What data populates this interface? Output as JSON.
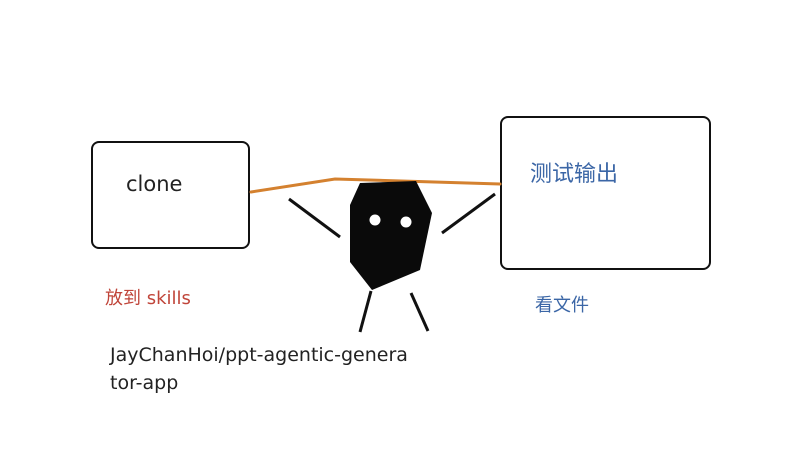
{
  "labels": {
    "clone": "clone",
    "test_output": "测试输出",
    "put_to_skills": "放到 skills",
    "view_files": "看文件",
    "repo_line1": "JayChanHoi/ppt-agentic-genera",
    "repo_line2": "tor-app"
  },
  "colors": {
    "connector": "#d4812f",
    "red_text": "#c0453a",
    "blue_text": "#3b66a6",
    "figure": "#0a0a0a",
    "outline": "#111111"
  }
}
